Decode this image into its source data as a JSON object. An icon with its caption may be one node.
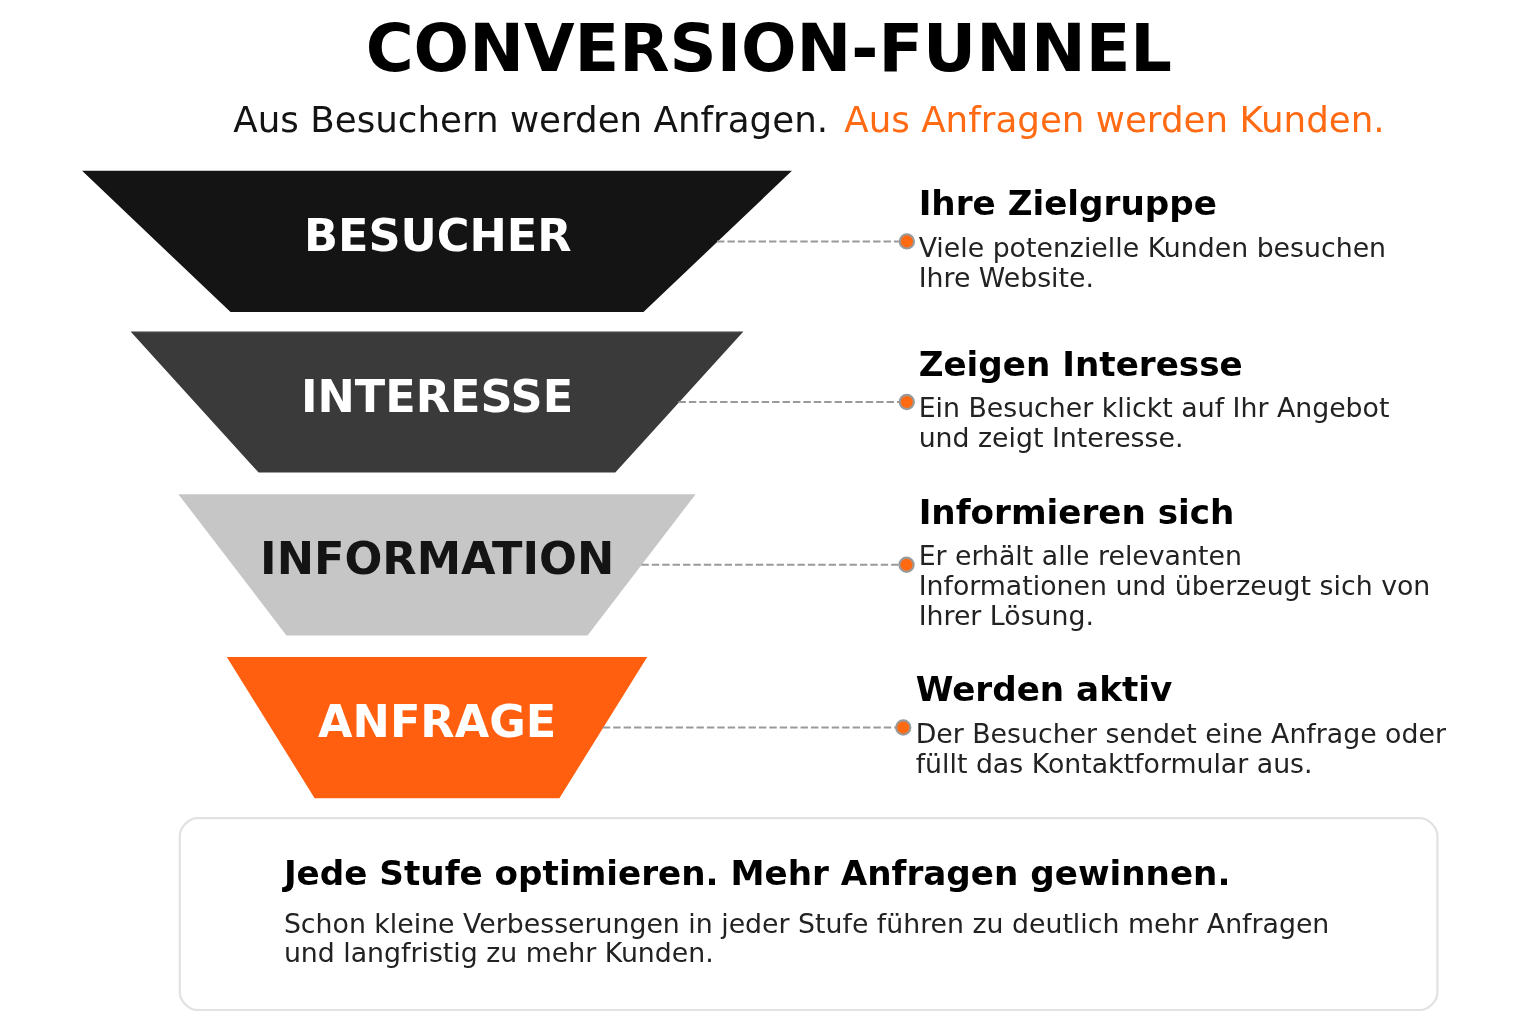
{
  "diagram": {
    "title": "CONVERSION-FUNNEL",
    "nodes": [
      {
        "text": [
          "BESUCHER"
        ]
      },
      {
        "text": [
          "Ihre Zielgruppe",
          "Viele potenzielle Kunden besuchen Ihre Website."
        ]
      },
      {
        "text": [
          "INTERESSE"
        ]
      },
      {
        "text": [
          "Zeigen Interesse",
          "Ein Besucher klickt auf Ihr Angebot und zeigt Interesse."
        ]
      },
      {
        "text": [
          "INFORMATION"
        ]
      },
      {
        "text": [
          "Informieren sich",
          "Er erhält alle relevanten Informationen und überzeugt sich von Ihrer Lösung."
        ]
      },
      {
        "text": [
          "ANFRAGE"
        ]
      },
      {
        "text": [
          "Werden aktiv",
          "Der Besucher sendet eine Anfrage oder füllt das Kontaktformular aus."
        ]
      },
      {
        "text": [
          "Jede Stufe optimieren. Mehr Anfragen gewinnen.",
          "Schon kleine Verbesserungen in jeder Stufe führen zu deutlich mehr Anfragen und langfristig zu mehr Kunden."
        ]
      }
    ],
    "edges": [
      {
        "from": 0,
        "to": 1,
        "arrow": "other",
        "style": "dashed"
      },
      {
        "from": 2,
        "to": 3,
        "arrow": "other",
        "style": "dashed"
      },
      {
        "from": 4,
        "to": 5,
        "arrow": "other",
        "style": "dashed"
      },
      {
        "from": 6,
        "to": 7,
        "arrow": "other",
        "style": "dashed"
      }
    ],
    "labels": [
      "Aus Besuchern werden Anfragen.",
      "Aus Anfragen werden Kunden."
    ]
  }
}
